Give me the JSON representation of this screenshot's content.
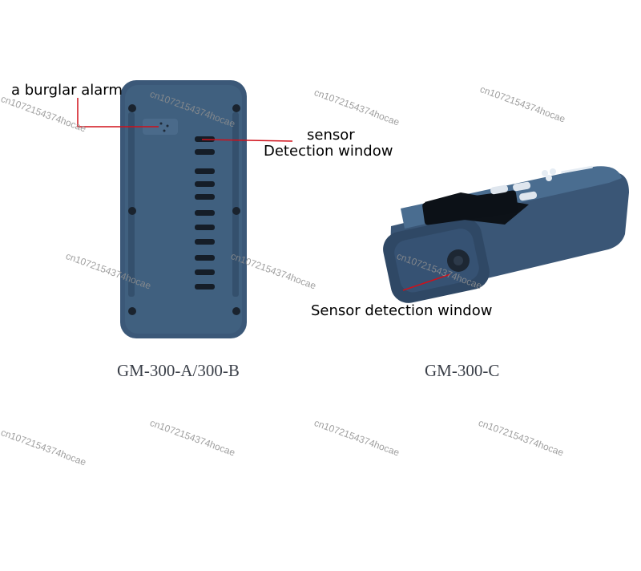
{
  "labels": {
    "burglar_alarm": "a burglar alarm",
    "sensor": "sensor",
    "detection_window": "Detection window",
    "sensor_detection_window": "Sensor detection window"
  },
  "models": {
    "left": "GM-300-A/300-B",
    "right": "GM-300-C"
  },
  "watermark": "cn1072154374hocae",
  "colors": {
    "device_body": "#3b5878",
    "device_dark": "#1e2a38",
    "pointer_line": "#d0101a"
  }
}
